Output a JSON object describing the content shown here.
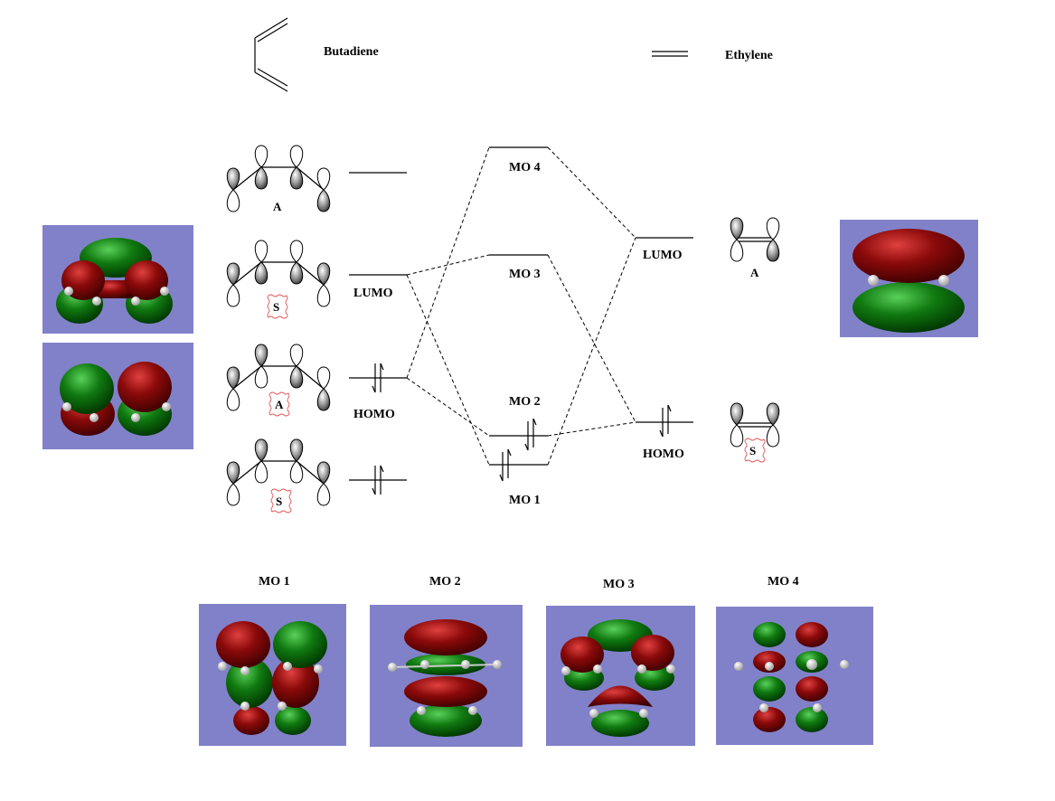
{
  "header": {
    "butadiene_label": "Butadiene",
    "ethylene_label": "Ethylene"
  },
  "butadiene_orbitals": [
    {
      "symmetry": "A",
      "level_label": ""
    },
    {
      "symmetry": "S",
      "level_label": "LUMO"
    },
    {
      "symmetry": "A",
      "level_label": "HOMO"
    },
    {
      "symmetry": "S",
      "level_label": ""
    }
  ],
  "complex_levels": [
    {
      "label": "MO 4"
    },
    {
      "label": "MO 3"
    },
    {
      "label": "MO 2"
    },
    {
      "label": "MO 1"
    }
  ],
  "ethylene_orbitals": [
    {
      "symmetry": "A",
      "level_label": "LUMO"
    },
    {
      "symmetry": "S",
      "level_label": "HOMO"
    }
  ],
  "bottom_renders": [
    {
      "label": "MO 1"
    },
    {
      "label": "MO 2"
    },
    {
      "label": "MO 3"
    },
    {
      "label": "MO 4"
    }
  ],
  "colors": {
    "panel_bg": "#8181c9",
    "lobe_red": "#8b0a0a",
    "lobe_green": "#107a10",
    "symmetry_box": "#e05050"
  }
}
